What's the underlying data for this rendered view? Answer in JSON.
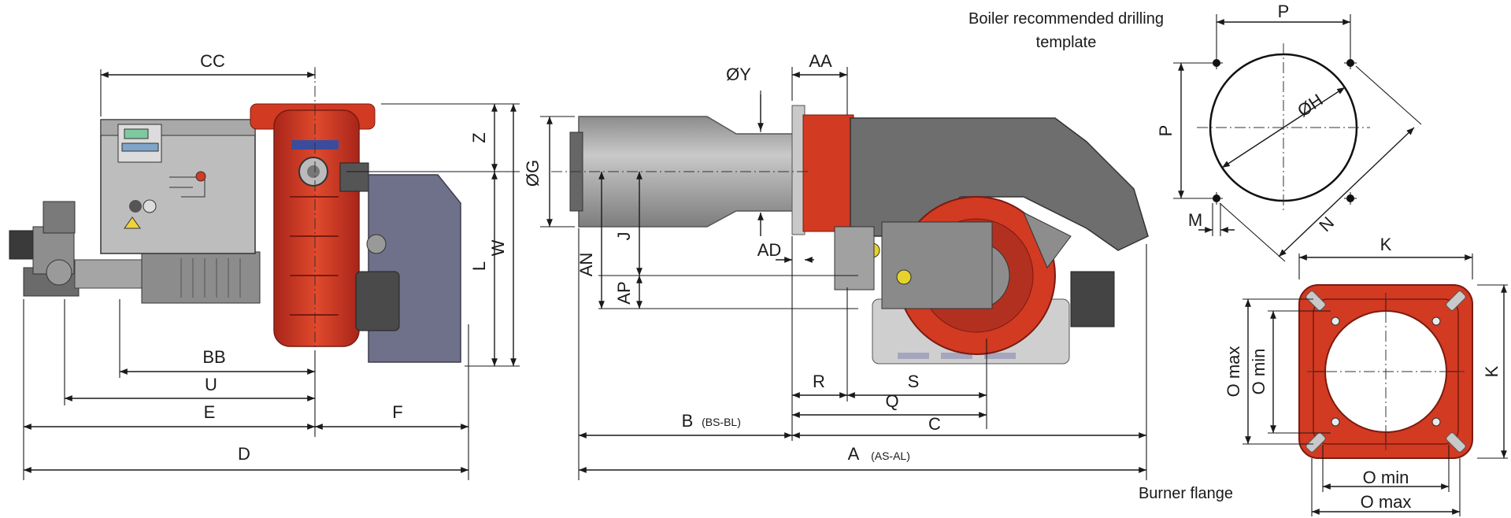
{
  "labels": {
    "CC": "CC",
    "Z": "Z",
    "W": "W",
    "L": "L",
    "BB": "BB",
    "U": "U",
    "E": "E",
    "F": "F",
    "D": "D",
    "OY": "ØY",
    "AA": "AA",
    "OG": "ØG",
    "J": "J",
    "AN": "AN",
    "AP": "AP",
    "AD": "AD",
    "R": "R",
    "S": "S",
    "Q": "Q",
    "C": "C",
    "B": "B",
    "B_sub": "(BS-BL)",
    "A": "A",
    "A_sub": "(AS-AL)",
    "P_top": "P",
    "P_left": "P",
    "OH": "ØH",
    "M": "M",
    "N": "N",
    "K_top": "K",
    "K_right": "K",
    "O_max_left": "O max",
    "O_min_left": "O min",
    "O_min_bottom": "O min",
    "O_max_bottom": "O max"
  },
  "notes": {
    "drilling_line1": "Boiler recommended drilling",
    "drilling_line2": "template",
    "flange": "Burner flange"
  },
  "colors": {
    "burner_red": "#d23a22",
    "housing_gray": "#6e6e6e",
    "panel_gray": "#b9b9b9",
    "blower_blue": "#6f7089",
    "tube_gray": "#a6a6a6"
  }
}
